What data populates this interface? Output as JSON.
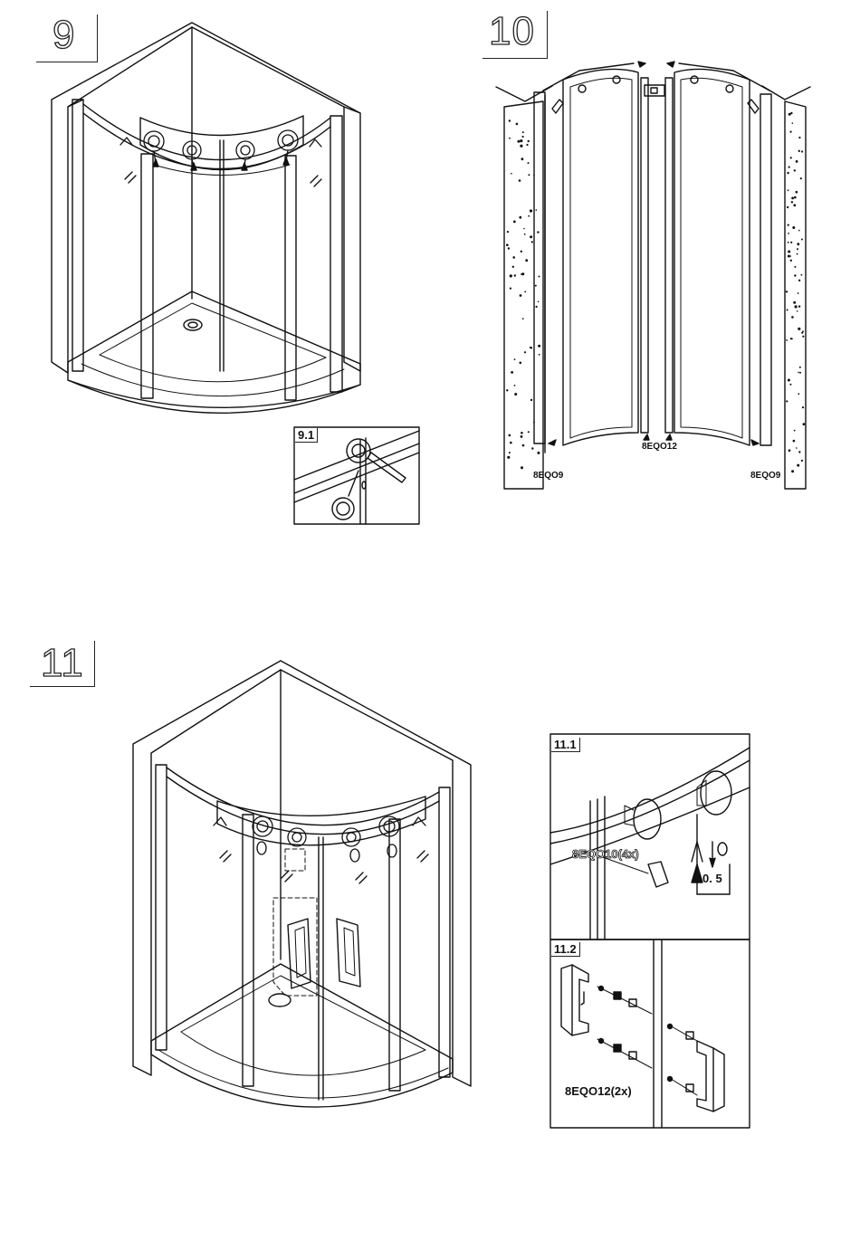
{
  "steps": {
    "step9": {
      "number": "9",
      "inset_label": "9.1"
    },
    "step10": {
      "number": "10",
      "part_left": "8EQO9",
      "part_center": "8EQO12",
      "part_right": "8EQO9"
    },
    "step11": {
      "number": "11",
      "inset1_label": "11.1",
      "inset1_part": "8EQO10(4x)",
      "inset1_gap": "0. 5",
      "inset2_label": "11.2",
      "inset2_part": "8EQO12(2x)"
    }
  }
}
